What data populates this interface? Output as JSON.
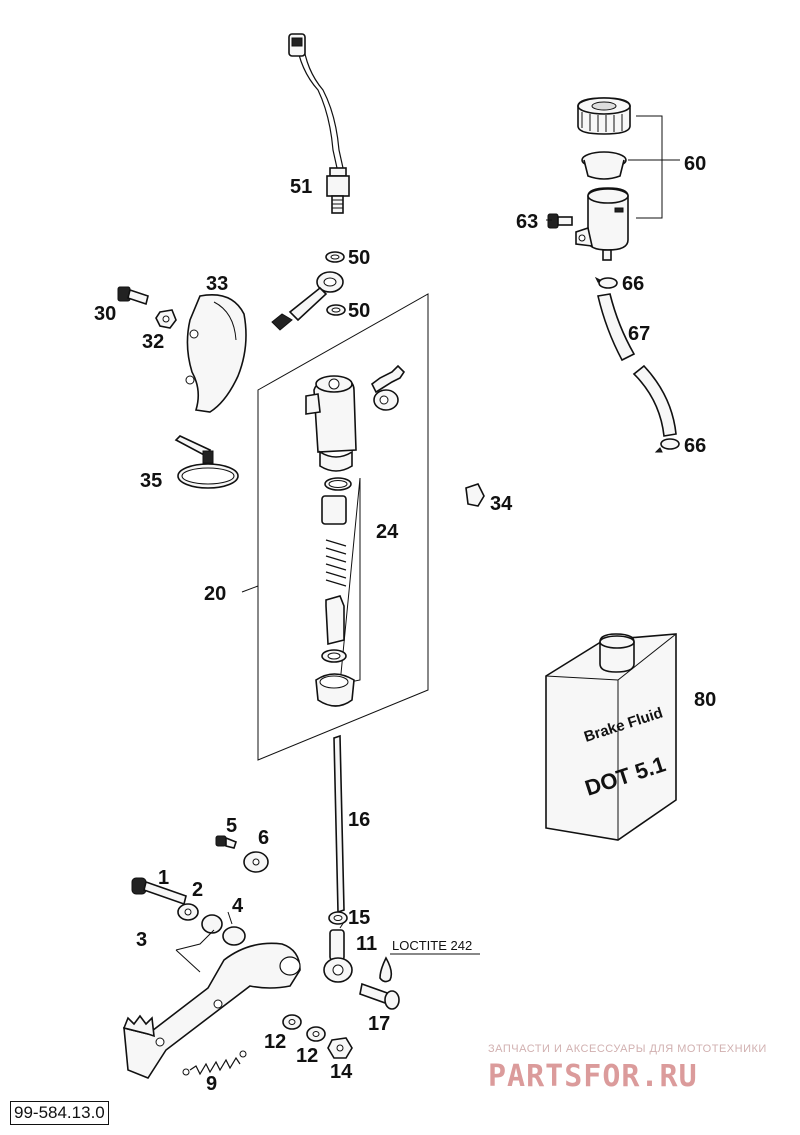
{
  "diagram": {
    "drawing_number": "99-584.13.0",
    "note_loctite": "LOCTITE 242",
    "brake_fluid_label_line1": "Brake Fluid",
    "brake_fluid_label_line2": "DOT 5.1",
    "watermark_top": "ЗАПЧАСТИ И АКСЕССУАРЫ ДЛЯ МОТОТЕХНИКИ",
    "watermark_main": "PARTSFOR.RU",
    "callouts": {
      "p1": "1",
      "p2": "2",
      "p3": "3",
      "p4": "4",
      "p5": "5",
      "p6": "6",
      "p9": "9",
      "p11": "11",
      "p12a": "12",
      "p12b": "12",
      "p14": "14",
      "p15": "15",
      "p16": "16",
      "p17": "17",
      "p20": "20",
      "p24": "24",
      "p30": "30",
      "p32": "32",
      "p33": "33",
      "p34": "34",
      "p35": "35",
      "p50a": "50",
      "p50b": "50",
      "p51": "51",
      "p60": "60",
      "p63": "63",
      "p66a": "66",
      "p66b": "66",
      "p67": "67",
      "p80": "80"
    }
  }
}
